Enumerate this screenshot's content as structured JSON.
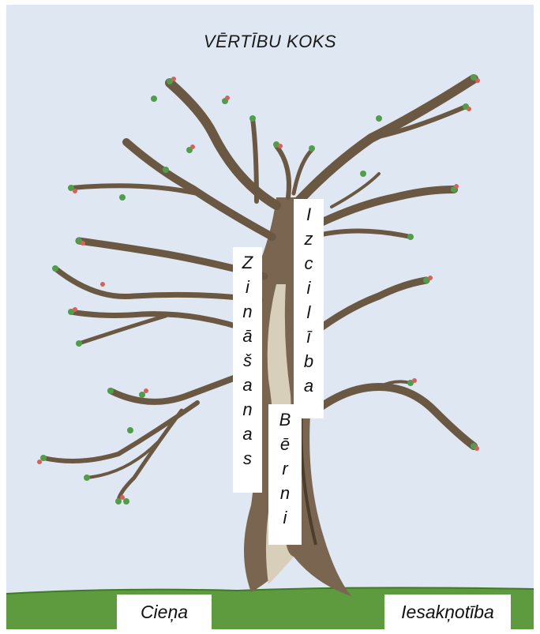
{
  "title": "VĒRTĪBU KOKS",
  "labels": {
    "zinasanas": "Zināšanas",
    "izciliba": "Izcilība",
    "berni": "Bērni",
    "ciena": "Cieņa",
    "iesaknotiba": "Iesakņotība"
  },
  "colors": {
    "sky": "#dfe8f2",
    "grass": "#5e9b3e",
    "bark": "#6b5843",
    "leaf": "#4f9f4a",
    "blossom": "#d9605a"
  }
}
